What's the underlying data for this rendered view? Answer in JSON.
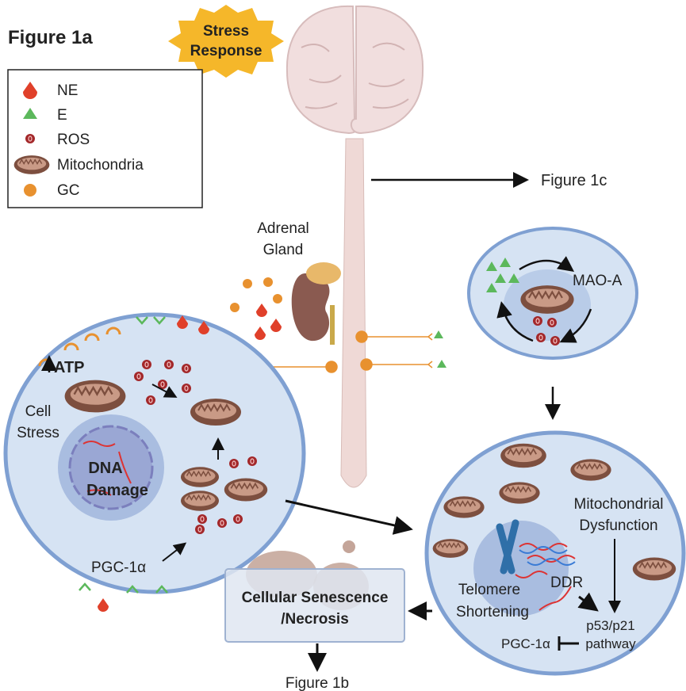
{
  "figure_title": "Figure 1a",
  "stress_badge": {
    "line1": "Stress",
    "line2": "Response"
  },
  "legend": {
    "items": [
      {
        "label": "NE",
        "icon": "red-drop-icon",
        "color": "#e0402a"
      },
      {
        "label": "E",
        "icon": "green-triangle-icon",
        "color": "#5cb85c"
      },
      {
        "label": "ROS",
        "icon": "ros-circle-icon",
        "color": "#a3282a"
      },
      {
        "label": "Mitochondria",
        "icon": "mitochondria-icon",
        "color": "#8a5a48"
      },
      {
        "label": "GC",
        "icon": "orange-dot-icon",
        "color": "#e8912f"
      }
    ]
  },
  "labels": {
    "figure_1c": "Figure 1c",
    "figure_1b": "Figure 1b",
    "adrenal_line1": "Adrenal",
    "adrenal_line2": "Gland",
    "mao_a": "MAO-A",
    "atp": "ATP",
    "cell_stress_line1": "Cell",
    "cell_stress_line2": "Stress",
    "dna_line1": "DNA",
    "dna_line2": "Damage",
    "pgc_left": "PGC-1α",
    "senescence_line1": "Cellular Senescence",
    "senescence_line2": "/Necrosis",
    "mito_dys_line1": "Mitochondrial",
    "mito_dys_line2": "Dysfunction",
    "ddr": "DDR",
    "telomere_line1": "Telomere",
    "telomere_line2": "Shortening",
    "p53_line1": "p53/p21",
    "p53_line2": "pathway",
    "pgc_right": "PGC-1α"
  },
  "colors": {
    "cell_fill": "#d6e3f3",
    "cell_stroke": "#7fa0d2",
    "nucleus": "#a9bde0",
    "stress_badge": "#f5b72a",
    "brain": "#f1dede",
    "mito": "#8a5a48"
  }
}
